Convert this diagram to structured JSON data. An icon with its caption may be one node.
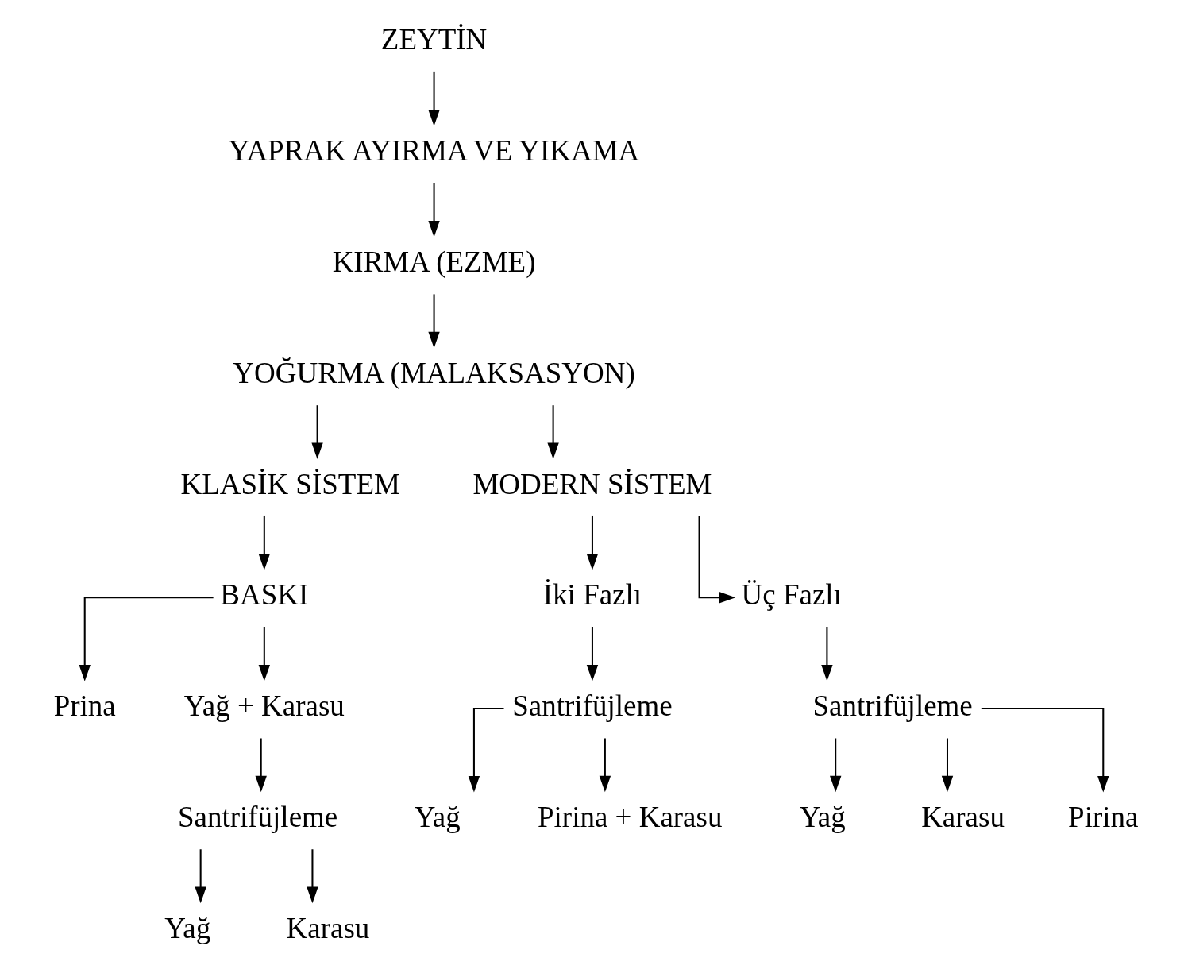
{
  "diagram": {
    "nodes": [
      {
        "text": [
          "ZEYTİN"
        ]
      },
      {
        "text": [
          "YAPRAK AYIRMA VE YIKAMA"
        ]
      },
      {
        "text": [
          "KIRMA (EZME)"
        ]
      },
      {
        "text": [
          "YOĞURMA (MALAKSASYON)"
        ]
      },
      {
        "text": [
          "KLASİK SİSTEM"
        ]
      },
      {
        "text": [
          "MODERN SİSTEM"
        ]
      },
      {
        "text": [
          "BASKI"
        ]
      },
      {
        "text": [
          "İki Fazlı"
        ]
      },
      {
        "text": [
          "Üç Fazlı"
        ]
      },
      {
        "text": [
          "Prina"
        ]
      },
      {
        "text": [
          "Yağ + Karasu"
        ]
      },
      {
        "text": [
          "Santrifüjleme"
        ]
      },
      {
        "text": [
          "Santrifüjleme"
        ]
      },
      {
        "text": [
          "Santrifüjleme"
        ]
      },
      {
        "text": [
          "Yağ"
        ]
      },
      {
        "text": [
          "Pirina + Karasu"
        ]
      },
      {
        "text": [
          "Yağ"
        ]
      },
      {
        "text": [
          "Karasu"
        ]
      },
      {
        "text": [
          "Pirina"
        ]
      },
      {
        "text": [
          "Yağ"
        ]
      },
      {
        "text": [
          "Karasu"
        ]
      }
    ],
    "edges": [
      {
        "from": 0,
        "to": 1,
        "arrow": "to"
      },
      {
        "from": 1,
        "to": 2,
        "arrow": "to"
      },
      {
        "from": 2,
        "to": 3,
        "arrow": "to"
      },
      {
        "from": 3,
        "to": 4,
        "arrow": "to"
      },
      {
        "from": 3,
        "to": 5,
        "arrow": "to"
      },
      {
        "from": 4,
        "to": 6,
        "arrow": "to"
      },
      {
        "from": 5,
        "to": 7,
        "arrow": "to"
      },
      {
        "from": 5,
        "to": 8,
        "arrow": "to"
      },
      {
        "from": 6,
        "to": 9,
        "arrow": "to"
      },
      {
        "from": 6,
        "to": 10,
        "arrow": "to"
      },
      {
        "from": 7,
        "to": 11,
        "arrow": "to"
      },
      {
        "from": 8,
        "to": 12,
        "arrow": "to"
      },
      {
        "from": 10,
        "to": 13,
        "arrow": "to"
      },
      {
        "from": 11,
        "to": 14,
        "arrow": "to"
      },
      {
        "from": 11,
        "to": 15,
        "arrow": "to"
      },
      {
        "from": 12,
        "to": 16,
        "arrow": "to"
      },
      {
        "from": 12,
        "to": 17,
        "arrow": "to"
      },
      {
        "from": 12,
        "to": 18,
        "arrow": "to"
      },
      {
        "from": 13,
        "to": 19,
        "arrow": "to"
      },
      {
        "from": 13,
        "to": 20,
        "arrow": "to"
      }
    ]
  }
}
